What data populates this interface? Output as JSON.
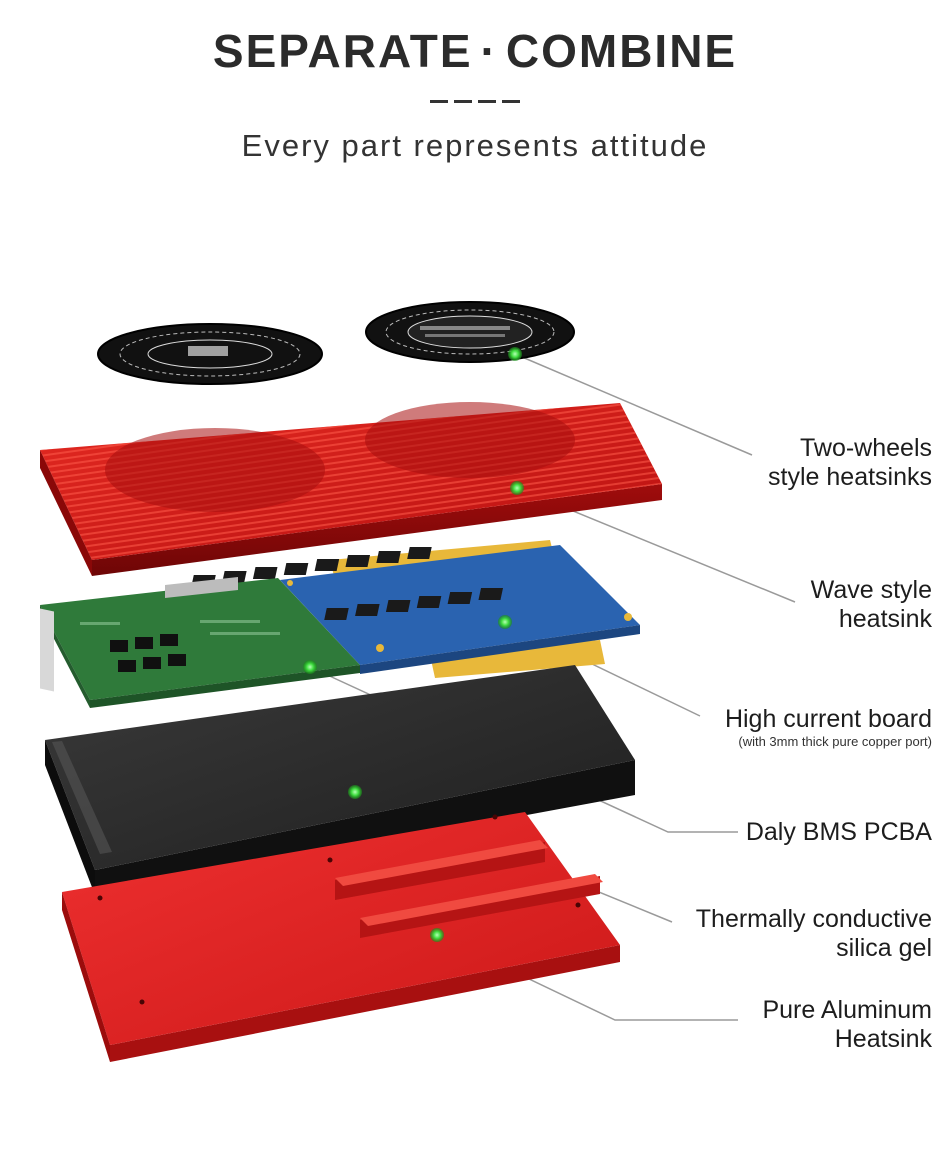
{
  "header": {
    "title_left": "SEPARATE",
    "title_sep": "·",
    "title_right": "COMBINE",
    "subtitle": "Every part represents attitude"
  },
  "callouts": [
    {
      "line1": "Two-wheels",
      "line2": "style heatsinks"
    },
    {
      "line1": "Wave style",
      "line2": "heatsink"
    },
    {
      "line1": "High current board",
      "note": "(with 3mm thick pure copper port)"
    },
    {
      "line1": "Daly BMS PCBA"
    },
    {
      "line1": "Thermally conductive",
      "line2": "silica gel"
    },
    {
      "line1": "Pure Aluminum",
      "line2": "Heatsink"
    }
  ],
  "colors": {
    "heatsink_red": "#d01818",
    "base_red": "#e02626",
    "pcb_green": "#2f7a3a",
    "board_blue": "#2a63b0",
    "gel_dark": "#2c2c2c",
    "marker_green": "#3ddc3d",
    "leader_line": "#9a9a9a"
  }
}
